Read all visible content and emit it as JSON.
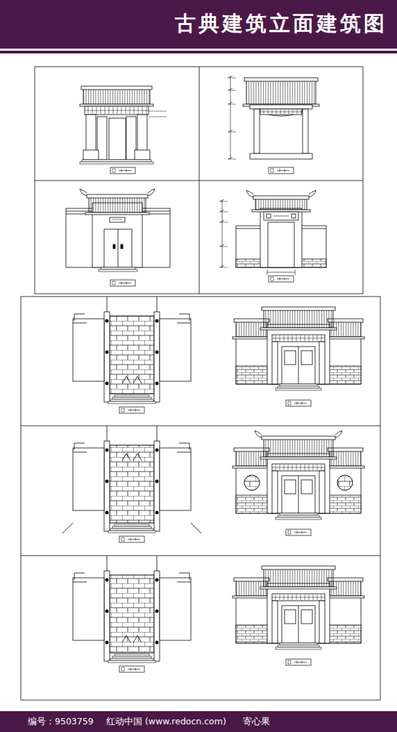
{
  "diagram": {
    "title": "古典建筑立面建筑图",
    "labels": [
      "编号：9503759",
      "红动中国 (www.redocn.com)",
      "寄心果"
    ]
  }
}
